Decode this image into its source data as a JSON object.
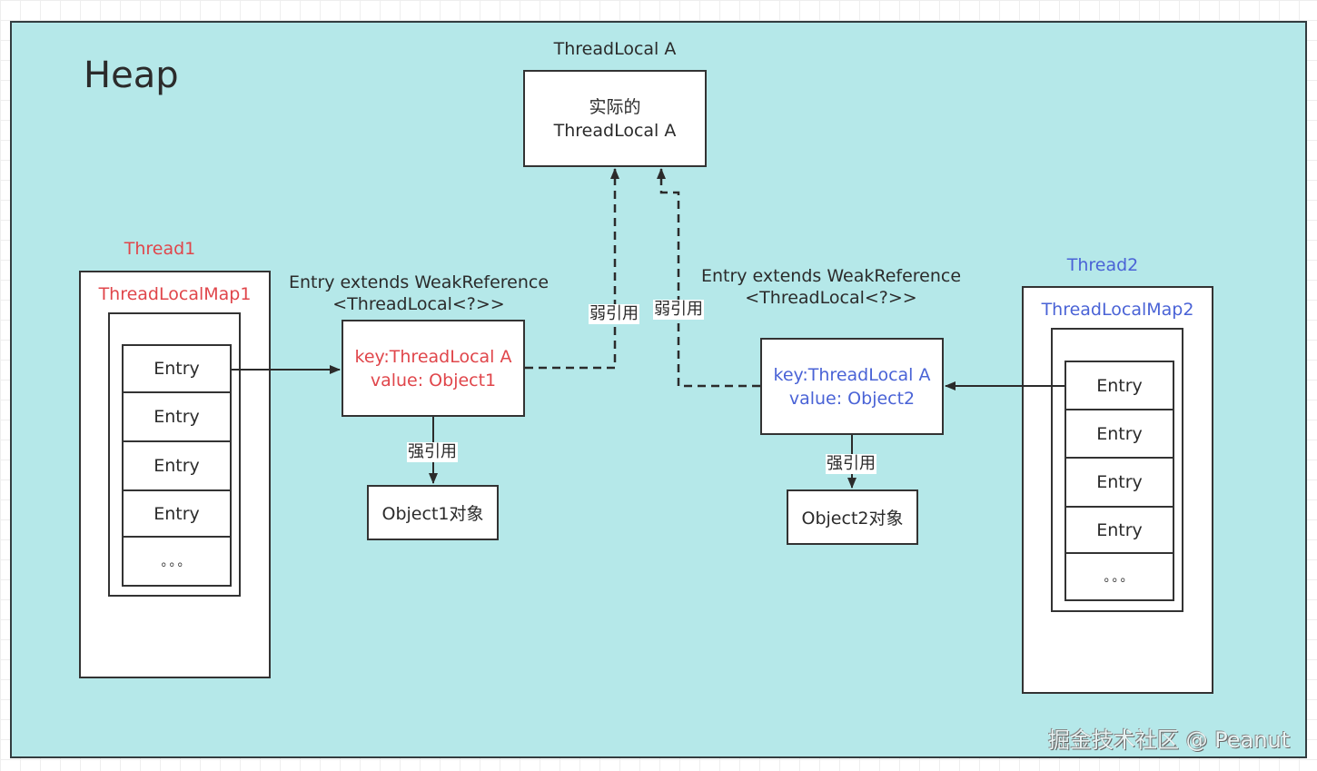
{
  "heap_title": "Heap",
  "threadlocal_a": {
    "caption": "ThreadLocal A",
    "box_line1": "实际的",
    "box_line2": "ThreadLocal A"
  },
  "thread1": {
    "title": "Thread1",
    "map_title": "ThreadLocalMap1",
    "entries": [
      "Entry",
      "Entry",
      "Entry",
      "Entry"
    ],
    "ellipsis": "。。。",
    "color": "#e0464b"
  },
  "thread2": {
    "title": "Thread2",
    "map_title": "ThreadLocalMap2",
    "entries": [
      "Entry",
      "Entry",
      "Entry",
      "Entry"
    ],
    "ellipsis": "。。。",
    "color": "#4a63d6"
  },
  "entry1": {
    "caption_line1": "Entry extends WeakReference",
    "caption_line2": "<ThreadLocal<?>>",
    "key": "key:ThreadLocal A",
    "value": "value: Object1"
  },
  "entry2": {
    "caption_line1": "Entry extends WeakReference",
    "caption_line2": "<ThreadLocal<?>>",
    "key": "key:ThreadLocal A",
    "value": "value: Object2"
  },
  "object1": "Object1对象",
  "object2": "Object2对象",
  "edge_labels": {
    "weak1": "弱引用",
    "weak2": "弱引用",
    "strong1": "强引用",
    "strong2": "强引用"
  },
  "watermark": "掘金技术社区 @ Peanut"
}
